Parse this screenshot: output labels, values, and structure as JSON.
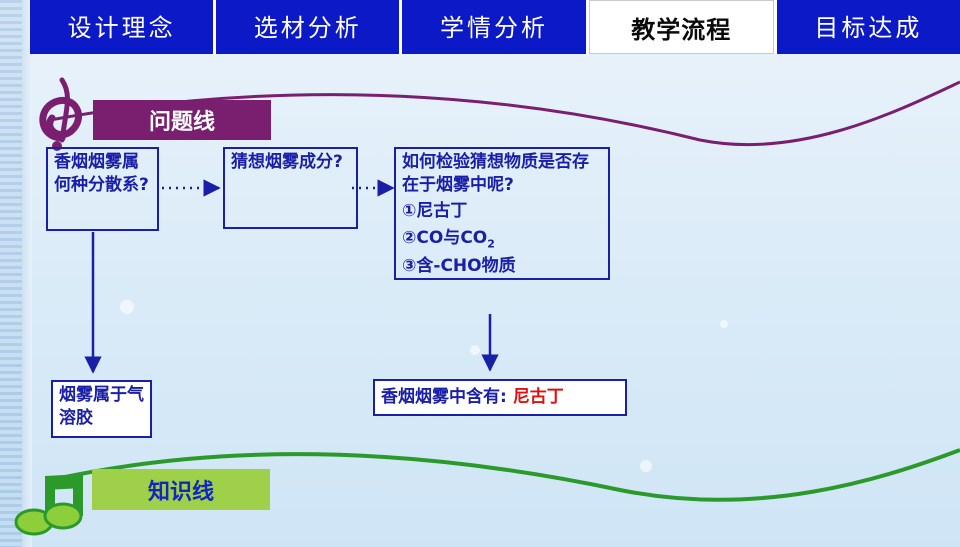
{
  "nav": {
    "tabs": [
      {
        "label": "设计理念",
        "active": false
      },
      {
        "label": "选材分析",
        "active": false
      },
      {
        "label": "学情分析",
        "active": false
      },
      {
        "label": "教学流程",
        "active": true
      },
      {
        "label": "目标达成",
        "active": false
      }
    ]
  },
  "banners": {
    "question_line": "问题线",
    "knowledge_line": "知识线"
  },
  "question_boxes": {
    "box1": "香烟烟雾属何种分散系?",
    "box2": "猜想烟雾成分?",
    "box3": {
      "heading": "如何检验猜想物质是否存在于烟雾中呢?",
      "item1": "①尼古丁",
      "item2_prefix": "②CO与CO",
      "item2_sub": "2",
      "item3": "③含-CHO物质"
    }
  },
  "answer_boxes": {
    "answer1": "烟雾属于气溶胶",
    "answer2_prefix": "香烟烟雾中含有:",
    "answer2_highlight": "尼古丁"
  },
  "colors": {
    "tab_blue": "#0b19c6",
    "question_banner": "#7a1f70",
    "knowledge_banner": "#9ed04a",
    "box_border": "#1a1fa8",
    "highlight_red": "#e01010"
  },
  "icons": [
    "treble-clef-icon",
    "music-note-icon"
  ]
}
